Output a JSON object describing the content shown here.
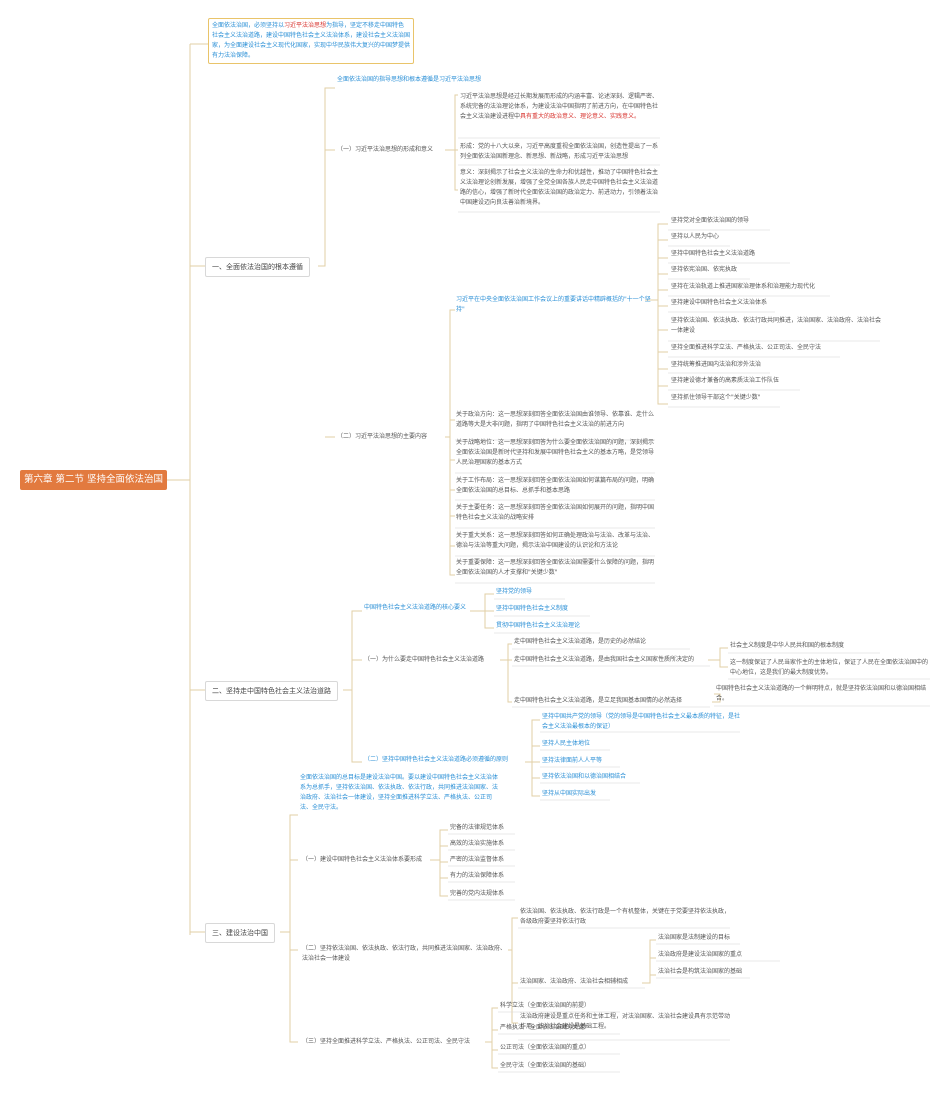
{
  "root": "第六章 第二节 坚持全面依法治国",
  "intro": {
    "pre": "全面依法治国，必须坚持以",
    "highlight": "习近平法治思想",
    "post": "为指导，坚定不移走中国特色社会主义法治道路，建设中国特色社会主义法治体系，建设社会主义法治国家，为全面建设社会主义现代化国家，实现中华民族伟大复兴的中国梦提供有力法治保障。"
  },
  "s1": {
    "title": "一、全面依法治国的根本遵循",
    "guide": "全面依法治国的指导思想和根本遵循是习近平法治思想",
    "a": {
      "title": "（一）习近平法治思想的形成和意义",
      "p1_pre": "习近平法治思想是经过长期发展而形成的内涵丰富、论述深刻、逻辑严密、系统完备的法治理论体系，为建设法治中国指明了前进方向，在中国特色社会主义法治建设进程中",
      "p1_red": "具有重大的政治意义、理论意义、实践意义。",
      "p2": "形成：党的十八大以来，习近平高度重视全面依法治国，创造性提出了一系列全面依法治国新理念、新思想、新战略，形成习近平法治思想",
      "p3": "意义：深刻揭示了社会主义法治的生命力和优越性，推动了中国特色社会主义法治理论创新发展，增强了全党全国各族人民走中国特色社会主义法治道路的信心，增强了新时代全面依法治国的政治定力、前进动力，引领着法治中国建设迈向良法善治新境界。"
    },
    "b": {
      "title": "（二）习近平法治思想的主要内容",
      "speech": "习近平在中央全面依法治国工作会议上的重要讲话中精辟概括的\"十一个坚持\"",
      "eleven": [
        "坚持党对全面依法治国的领导",
        "坚持以人民为中心",
        "坚持中国特色社会主义法治道路",
        "坚持依宪治国、依宪执政",
        "坚持在法治轨道上推进国家治理体系和治理能力现代化",
        "坚持建设中国特色社会主义法治体系",
        "坚持依法治国、依法执政、依法行政共同推进，法治国家、法治政府、法治社会一体建设",
        "坚持全面推进科学立法、严格执法、公正司法、全民守法",
        "坚持统筹推进国内法治和涉外法治",
        "坚持建设德才兼备的高素质法治工作队伍",
        "坚持抓住领导干部这个\"关键少数\""
      ],
      "about": [
        "关于政治方向：这一思想深刻回答全面依法治国由谁领导、依靠谁、走什么道路等大是大非问题，指明了中国特色社会主义法治的前进方向",
        "关于战略地位：这一思想深刻回答为什么要全面依法治国的问题，深刻揭示全面依法治国是新时代坚持和发展中国特色社会主义的基本方略，是党领导人民治理国家的基本方式",
        "关于工作布局：这一思想深刻回答全面依法治国如何谋篇布局的问题，明确全面依法治国的总目标、总抓手和基本思路",
        "关于主要任务：这一思想深刻回答全面依法治国如何展开的问题，指明中国特色社会主义法治的战略安排",
        "关于重大关系：这一思想深刻回答如何正确处理政治与法治、改革与法治、德治与法治等重大问题，揭示法治中国建设的认识论和方法论",
        "关于重要保障：这一思想深刻回答全面依法治国需要什么保障的问题，指明全面依法治国的人才支撑和\"关键少数\""
      ]
    }
  },
  "s2": {
    "title": "二、坚持走中国特色社会主义法治道路",
    "core": "中国特色社会主义法治道路的核心要义",
    "core_items": [
      "坚持党的领导",
      "坚持中国特色社会主义制度",
      "贯彻中国特色社会主义法治理论"
    ],
    "why": {
      "title": "（一）为什么要走中国特色社会主义法治道路",
      "r1": "走中国特色社会主义法治道路，是历史的必然结论",
      "r2": "走中国特色社会主义法治道路，是由我国社会主义国家性质所决定的",
      "r2a": "社会主义制度是中华人民共和国的根本制度",
      "r2b": "这一制度保证了人民当家作主的主体地位，保证了人民在全面依法治国中的中心地位，这是我们的最大制度优势。",
      "r3": "走中国特色社会主义法治道路，是立足我国基本国情的必然选择",
      "r3a": "中国特色社会主义法治道路的一个鲜明特点，就是坚持依法治国和以德治国相结合。"
    },
    "principles": {
      "title": "（二）坚持中国特色社会主义法治道路必须遵循的原则",
      "items": [
        "坚持中国共产党的领导（党的领导是中国特色社会主义最本质的特征，是社会主义法治最根本的保证）",
        "坚持人民主体地位",
        "坚持法律面前人人平等",
        "坚持依法治国和以德治国相结合",
        "坚持从中国实际出发"
      ]
    }
  },
  "s3": {
    "title": "三、建设法治中国",
    "intro": "全面依法治国的总目标是建设法治中国。要以建设中国特色社会主义法治体系为总抓手，坚持依法治国、依法执政、依法行政，共同推进法治国家、法治政府、法治社会一体建设，坚持全面推进科学立法、严格执法、公正司法、全民守法。",
    "a": {
      "title": "（一）建设中国特色社会主义法治体系要形成",
      "items": [
        "完备的法律规范体系",
        "高效的法治实施体系",
        "严密的法治监督体系",
        "有力的法治保障体系",
        "完善的党内法规体系"
      ]
    },
    "b": {
      "title": "（二）坚持依法治国、依法执政、依法行政，共同推进法治国家、法治政府、法治社会一体建设",
      "p1": "依法治国、依法执政、依法行政是一个有机整体，关键在于党要坚持依法执政，各级政府要坚持依法行政",
      "p2": "法治国家、法治政府、法治社会相辅相成",
      "p2_items": [
        "法治国家是法制建设的目标",
        "法治政府是建设法治国家的重点",
        "法治社会是构筑法治国家的基础"
      ],
      "p3": "法治政府建设是重点任务和主体工程，对法治国家、法治社会建设具有示范带动作用，法治社会建设是基础工程。"
    },
    "c": {
      "title": "（三）坚持全面推进科学立法、严格执法、公正司法、全民守法",
      "items": [
        "科学立法（全面依法治国的前提）",
        "严格执法（全面依法治国的关键）",
        "公正司法（全面依法治国的重点）",
        "全民守法（全面依法治国的基础）"
      ]
    }
  },
  "colors": {
    "root": "#e27a3f",
    "line": "#e2cfa5",
    "blue": "#2a8fd6",
    "red": "#d8342f"
  }
}
